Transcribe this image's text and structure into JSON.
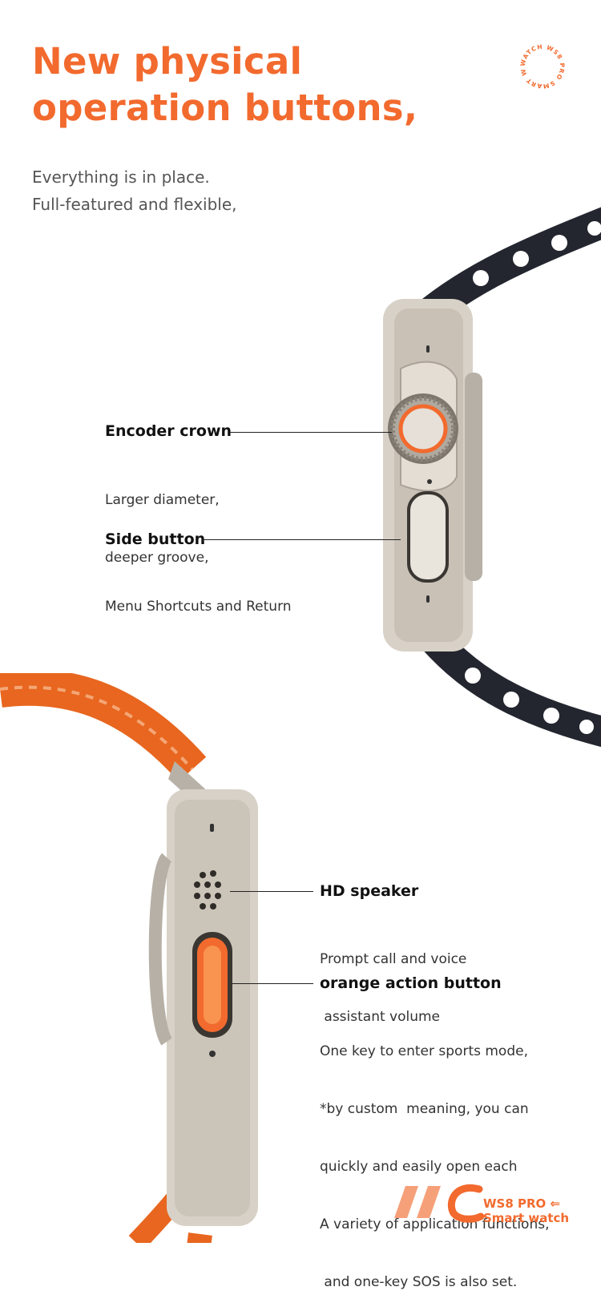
{
  "headline": [
    "New physical",
    "operation buttons,"
  ],
  "subtitle": [
    "Everything is in place.",
    "Full-featured and flexible,"
  ],
  "badge": {
    "ring_text": "WATCH WS8 PRO SMART WATCH"
  },
  "features": {
    "encoder_crown": {
      "title": "Encoder crown",
      "lines": [
        "Larger diameter,",
        "deeper groove,"
      ]
    },
    "side_button": {
      "title": "Side button",
      "lines": [
        "Menu Shortcuts and Return"
      ]
    },
    "hd_speaker": {
      "title": "HD speaker",
      "lines": [
        "Prompt call and voice",
        " assistant volume"
      ]
    },
    "action_button": {
      "title": "orange action button",
      "lines": [
        "One key to enter sports mode,",
        "*by custom  meaning, you can",
        "quickly and easily open each",
        "A variety of application functions,",
        " and one-key SOS is also set."
      ]
    }
  },
  "logo": {
    "line1": "WS8 PRO",
    "line2": "Smart watch"
  },
  "colors": {
    "accent": "#f26a2e",
    "band_dark": "#23262f",
    "band_orange": "#e8661f",
    "titanium": "#d8d1c7"
  }
}
